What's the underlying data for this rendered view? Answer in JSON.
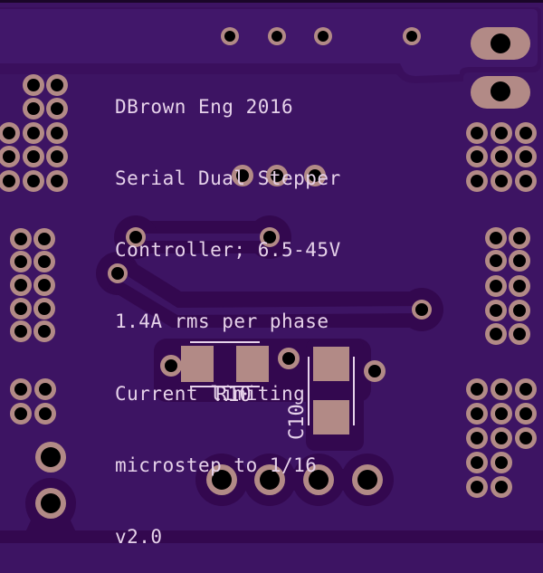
{
  "board": {
    "background": "#3d1463",
    "pour_color": "#41176a",
    "trace_color": "#33084f",
    "pad_color": "#b28a86",
    "hole_color": "#000000",
    "silk_color": "#e6d2ea"
  },
  "silkscreen": {
    "lines": [
      "DBrown Eng 2016",
      "Serial Dual Stepper",
      "Controller; 6.5-45V",
      "1.4A rms per phase",
      "Current limiting",
      "microstep to 1/16",
      "v2.0"
    ]
  },
  "components": {
    "r10": {
      "designator": "R10"
    },
    "c10": {
      "designator": "C10"
    }
  }
}
